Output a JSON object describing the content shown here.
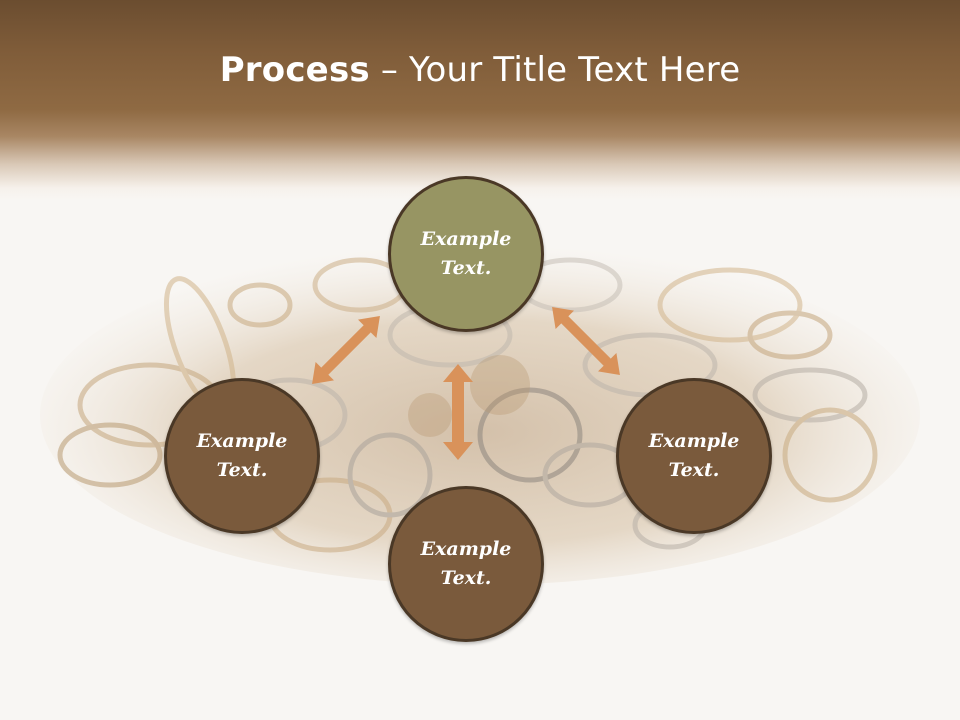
{
  "title": {
    "bold": "Process",
    "rest": " – Your Title Text Here"
  },
  "diagram": {
    "nodes": [
      {
        "id": "top",
        "text": "Example\nText."
      },
      {
        "id": "left",
        "text": "Example\nText."
      },
      {
        "id": "right",
        "text": "Example\nText."
      },
      {
        "id": "bottom",
        "text": "Example\nText."
      }
    ]
  },
  "colors": {
    "header": "#8f6a43",
    "node_fill": "#7a5a3c",
    "node_highlight": "#979563",
    "node_border": "#4a3826",
    "arrow": "#d9925a"
  },
  "background_image": "jewelry-pile"
}
